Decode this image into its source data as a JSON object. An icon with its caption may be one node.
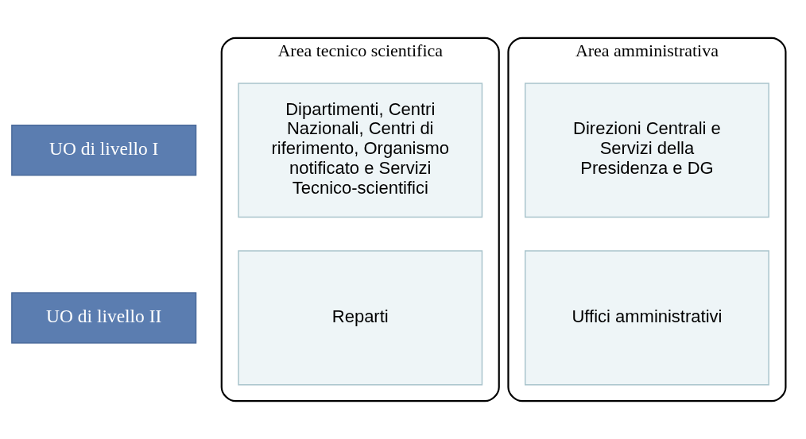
{
  "diagram": {
    "nodes": [
      {
        "text": [
          "UO di livello I"
        ]
      },
      {
        "text": [
          "UO di livello II"
        ]
      },
      {
        "text": [
          "Area tecnico scientifica"
        ]
      },
      {
        "text": [
          "Dipartimenti, Centri Nazionali, Centri di riferimento, Organismo notificato e Servizi Tecnico-scientifici"
        ],
        "in": 2
      },
      {
        "text": [
          "Reparti"
        ],
        "in": 2
      },
      {
        "text": [
          "Area amministrativa"
        ]
      },
      {
        "text": [
          "Direzioni Centrali e Servizi della Presidenza e DG"
        ],
        "in": 5
      },
      {
        "text": [
          "Uffici amministrativi"
        ],
        "in": 5
      }
    ]
  }
}
